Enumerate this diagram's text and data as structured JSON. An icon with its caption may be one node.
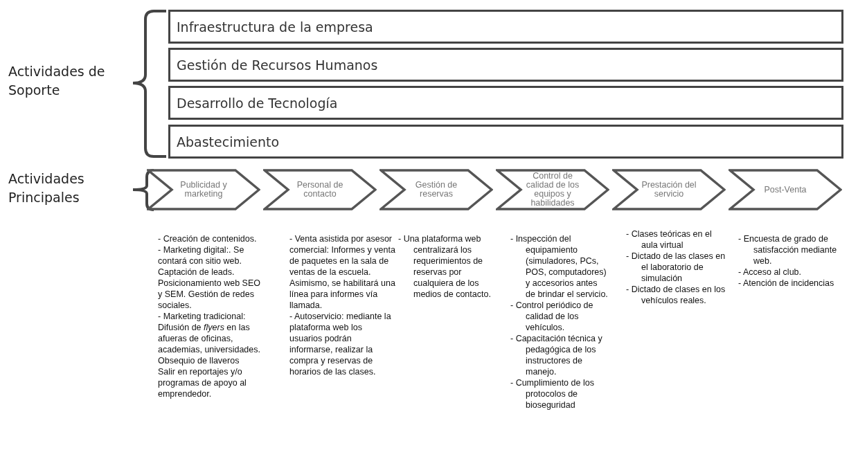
{
  "diagram": {
    "nodes": [
      {
        "text": [
          "Infraestructura de la empresa"
        ]
      },
      {
        "text": [
          "Gestión de Recursos Humanos"
        ]
      },
      {
        "text": [
          "Desarrollo de Tecnología"
        ]
      },
      {
        "text": [
          "Abastecimiento"
        ]
      },
      {
        "text": [
          "Publicidad y marketing"
        ],
        "beside": [
          "- Creación de contenidos.",
          "- Marketing digital:. Se contará con sitio web. Captación de leads. Posicionamiento web SEO y SEM. Gestión de redes sociales.",
          "- Marketing tradicional:",
          "Difusión de *flyers* en las afueras de oficinas, academias, universidades.",
          "Obsequio de llaveros",
          "Salir en reportajes y/o programas de apoyo al emprendedor."
        ]
      },
      {
        "text": [
          "Personal de contacto"
        ],
        "beside": [
          "- Venta asistida por asesor comercial: Informes y venta de paquetes en la sala de ventas de la escuela. Asimismo, se habilitará una línea para informes vía llamada.",
          "- Autoservicio: mediante la plataforma web los usuarios podrán informarse, realizar la compra y reservas de horarios de las clases."
        ]
      },
      {
        "text": [
          "Gestión de reservas"
        ],
        "beside": [
          "- Una plataforma web centralizará los requerimientos de reservas por cualquiera de los medios de contacto."
        ]
      },
      {
        "text": [
          "Control de calidad de los equipos y habilidades"
        ],
        "beside": [
          "- Inspección del equipamiento (simuladores, PCs, POS, computadores) y accesorios antes de brindar el servicio.",
          "- Control periódico de calidad de los vehículos.",
          "- Capacitación técnica y pedagógica de los instructores de manejo.",
          "- Cumplimiento de los protocolos de bioseguridad"
        ]
      },
      {
        "text": [
          "Prestación del servicio"
        ],
        "beside": [
          "- Clases teóricas en el aula virtual",
          "- Dictado de las clases en el laboratorio de simulación",
          "- Dictado de clases en los vehículos reales."
        ]
      },
      {
        "text": [
          "Post-Venta"
        ],
        "beside": [
          "- Encuesta de grado de satisfacción mediante web.",
          "- Acceso al club.",
          "- Atención de incidencias"
        ]
      }
    ],
    "edges": [],
    "labels": [
      "Actividades de Soporte",
      "Actividades Principales"
    ]
  }
}
